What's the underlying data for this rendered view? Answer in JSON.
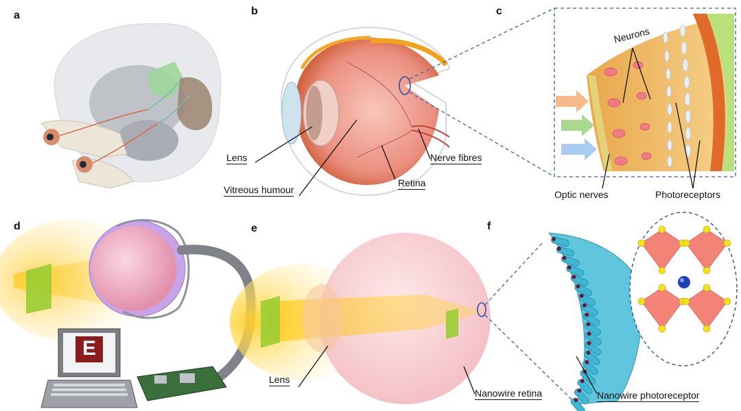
{
  "panels": {
    "a": "a",
    "b": "b",
    "c": "c",
    "d": "d",
    "e": "e",
    "f": "f"
  },
  "labels": {
    "lens_b": "Lens",
    "vitreous": "Vitreous humour",
    "nerve_fibres": "Nerve fibres",
    "retina": "Retina",
    "neurons": "Neurons",
    "optic_nerves": "Optic nerves",
    "photoreceptors": "Photoreceptors",
    "lens_e": "Lens",
    "nanowire_retina": "Nanowire retina",
    "nanowire_photoreceptor": "Nanowire photoreceptor",
    "letter_e": "E",
    "screen_letter": "E"
  },
  "colors": {
    "dashed_line": "#3a5ea8",
    "lens_glow": "#f7c21a",
    "letter_green": "#9acd32",
    "retina_pink": "#f2a6a0",
    "nanowire_blue": "#3fb6d4",
    "octahedron_red": "#f05a4a",
    "atom_yellow": "#f5e21b",
    "atom_blue": "#1f3fb8"
  }
}
